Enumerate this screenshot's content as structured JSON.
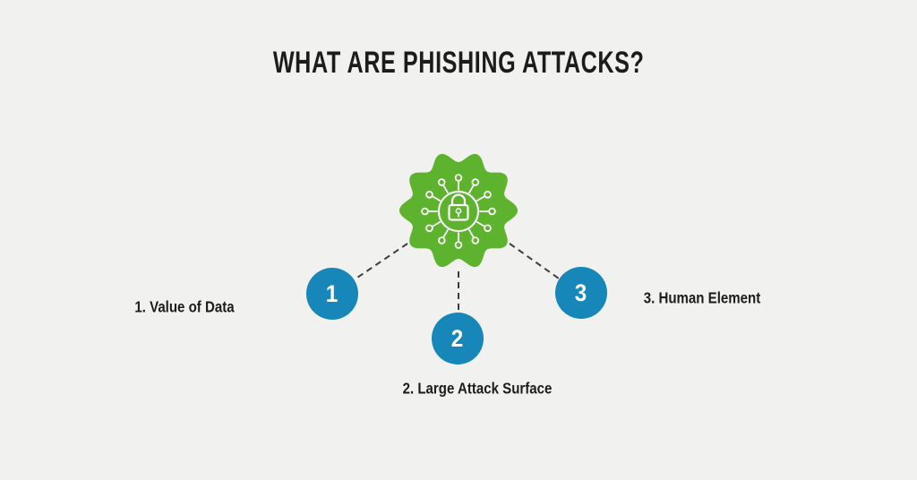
{
  "title": "WHAT ARE PHISHING ATTACKS?",
  "center": {
    "icon": "lock-network-icon"
  },
  "nodes": [
    {
      "number": "1",
      "label": "1. Value of Data"
    },
    {
      "number": "2",
      "label": "2. Large Attack Surface"
    },
    {
      "number": "3",
      "label": "3. Human Element"
    }
  ],
  "colors": {
    "background": "#f1f1ef",
    "blob_green": "#5db32d",
    "node_blue": "#1786b8",
    "connector": "#373f44",
    "text": "#1c1c1c",
    "icon_stroke": "#ffffff"
  }
}
